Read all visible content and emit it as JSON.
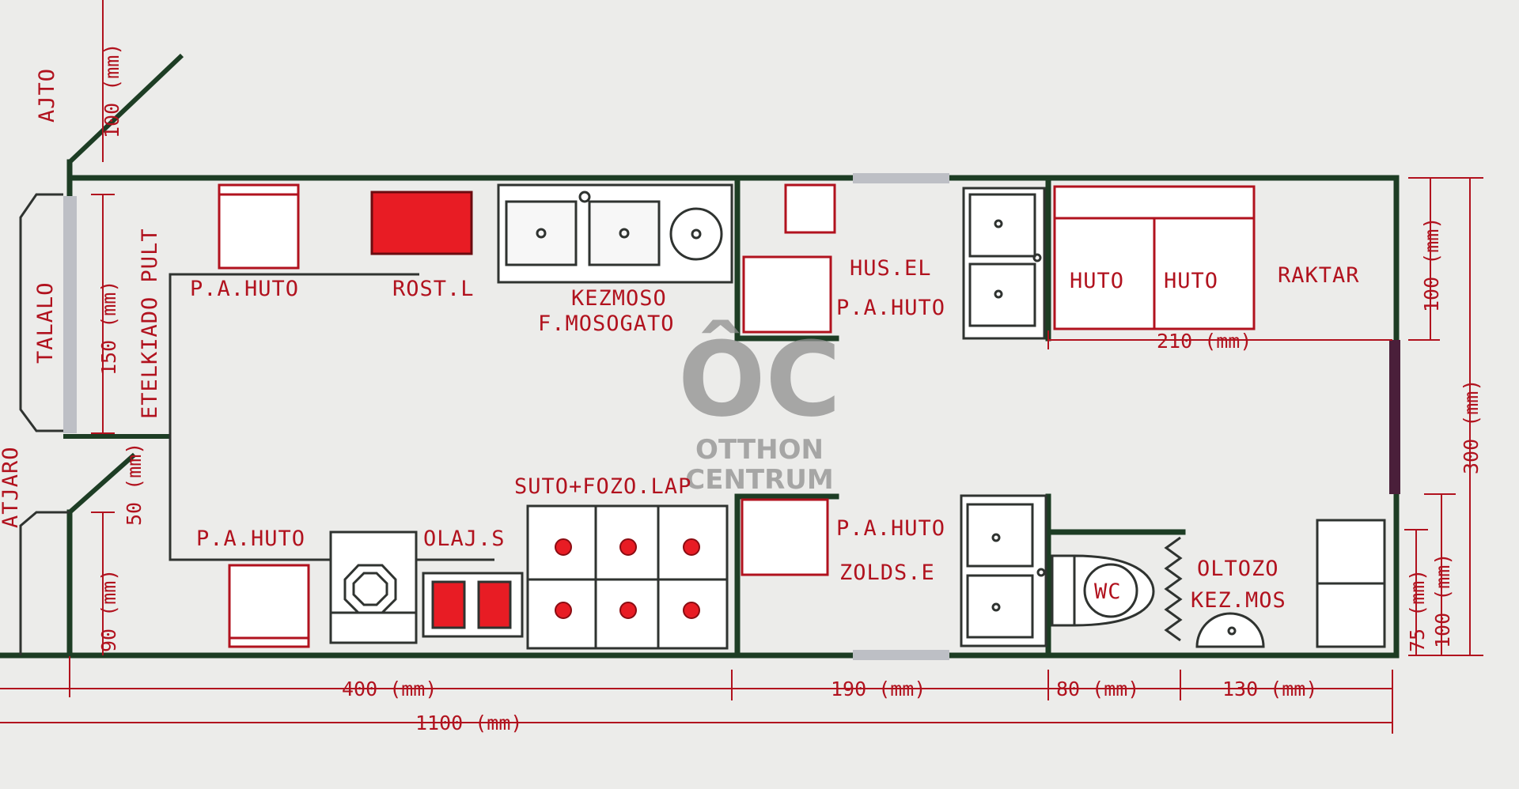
{
  "plan": {
    "labels": {
      "ajto": "AJTO",
      "talalo": "TALALO",
      "etelkiado": "ETELKIADO PULT",
      "atjaro": "ATJARO",
      "pa_huto_top": "P.A.HUTO",
      "rost": "ROST.L",
      "kezmoso": "KEZMOSO",
      "f_mosogato": "F.MOSOGATO",
      "hus_el": "HUS.EL",
      "pa_huto_mid_top": "P.A.HUTO",
      "huto1": "HUTO",
      "huto2": "HUTO",
      "raktar": "RAKTAR",
      "suto": "SUTO+FOZO.LAP",
      "pa_huto_bottom": "P.A.HUTO",
      "olaj": "OLAJ.S",
      "pa_huto_mid_bottom": "P.A.HUTO",
      "zolds": "ZOLDS.E",
      "wc": "WC",
      "oltozo": "OLTOZO",
      "kez_mos": "KEZ.MOS"
    },
    "dimensions": {
      "d_100_door": "100 (mm)",
      "d_150": "150 (mm)",
      "d_50": "50 (mm)",
      "d_90": "90 (mm)",
      "d_400": "400 (mm)",
      "d_190": "190 (mm)",
      "d_80": "80 (mm)",
      "d_130": "130 (mm)",
      "d_1100": "1100 (mm)",
      "d_210": "210 (mm)",
      "d_100_right_top": "100 (mm)",
      "d_300": "300 (mm)",
      "d_100_right_bottom": "100 (mm)",
      "d_75": "75 (mm)"
    }
  },
  "watermark": {
    "logo": "ÔC",
    "line1": "OTTHON",
    "line2": "CENTRUM"
  }
}
